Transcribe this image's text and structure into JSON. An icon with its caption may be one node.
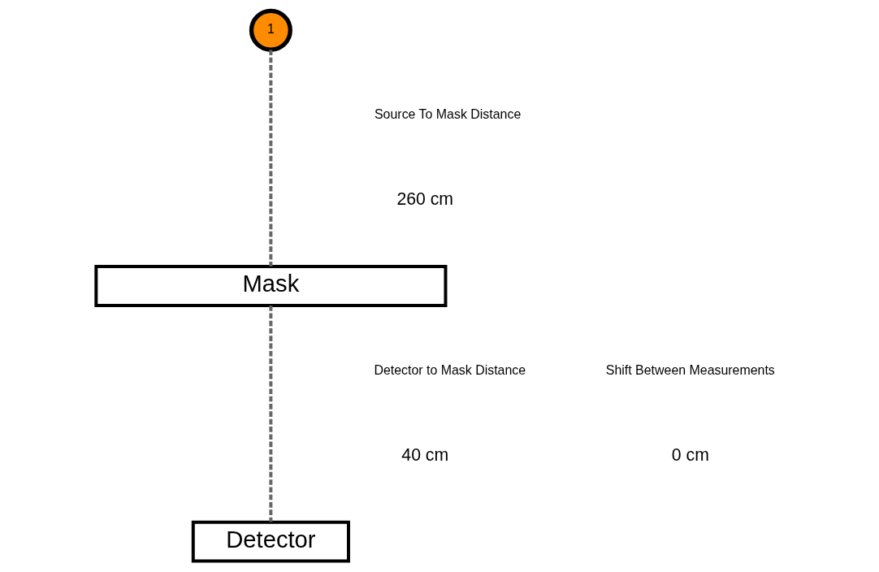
{
  "diagram": {
    "nodes": [
      {
        "text": [
          "1"
        ]
      },
      {
        "text": [
          "Mask"
        ]
      },
      {
        "text": [
          "Detector"
        ]
      }
    ],
    "edges": [
      {
        "from": 0,
        "to": 1,
        "arrow": "none",
        "style": "dashed"
      },
      {
        "from": 1,
        "to": 2,
        "arrow": "none",
        "style": "dashed"
      }
    ],
    "labels": [
      "Source To Mask Distance",
      "260 cm",
      "Detector to Mask Distance",
      "40 cm",
      "Shift Between Measurements",
      "0 cm"
    ]
  }
}
